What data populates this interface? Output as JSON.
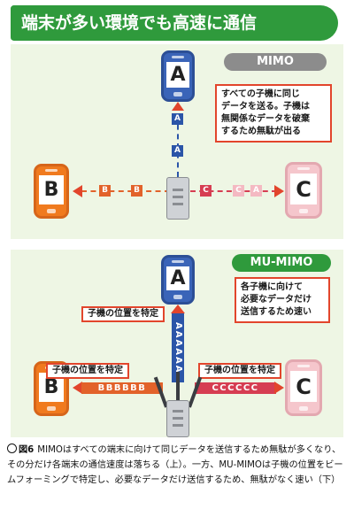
{
  "title": "端末が多い環境でも高速に通信",
  "mimo": {
    "mode_label": "MIMO",
    "callout": [
      "すべての子機に同じ",
      "データを送る。子機は",
      "無関係なデータを破棄",
      "するため無駄が出る"
    ],
    "device_a": "A",
    "device_b": "B",
    "device_c": "C",
    "up_chips": [
      "A",
      "A"
    ],
    "left_chips": [
      "B",
      "B"
    ],
    "right_chips": [
      "C",
      "C",
      "A"
    ],
    "colors": {
      "top_device": "#3a64b8",
      "left_device": "#f07a1e",
      "right_device": "#f5c6cc",
      "accent_red": "#e2452c"
    }
  },
  "mumimo": {
    "mode_label": "MU-MIMO",
    "callout": [
      "各子機に向けて",
      "必要なデータだけ",
      "送信するため速い"
    ],
    "device_a": "A",
    "device_b": "B",
    "device_c": "C",
    "locate_label": "子機の位置を特定",
    "locate_label_left": "子機の位置を特定",
    "locate_label_right": "子機の位置を特定",
    "up_stream": "AAAAAA",
    "left_stream": "BBBBBB",
    "right_stream": "CCCCCC"
  },
  "caption": {
    "icon": "circle-arrow-icon",
    "fig_label": "図6",
    "text": "MIMOはすべての端末に向けて同じデータを送信するため無駄が多くなり、その分だけ各端末の通信速度は落ちる（上）。一方、MU-MIMOは子機の位置をビームフォーミングで特定し、必要なデータだけ送信するため、無駄がなく速い（下）"
  },
  "colors": {
    "title_green": "#2f9a3c",
    "panel_bg": "#eef6e4",
    "mimo_pill": "#8c8c8c",
    "mumimo_pill": "#2f9a3c",
    "stream_blue": "#2b55a8",
    "stream_orange": "#e2622a",
    "stream_red": "#d63d52"
  }
}
